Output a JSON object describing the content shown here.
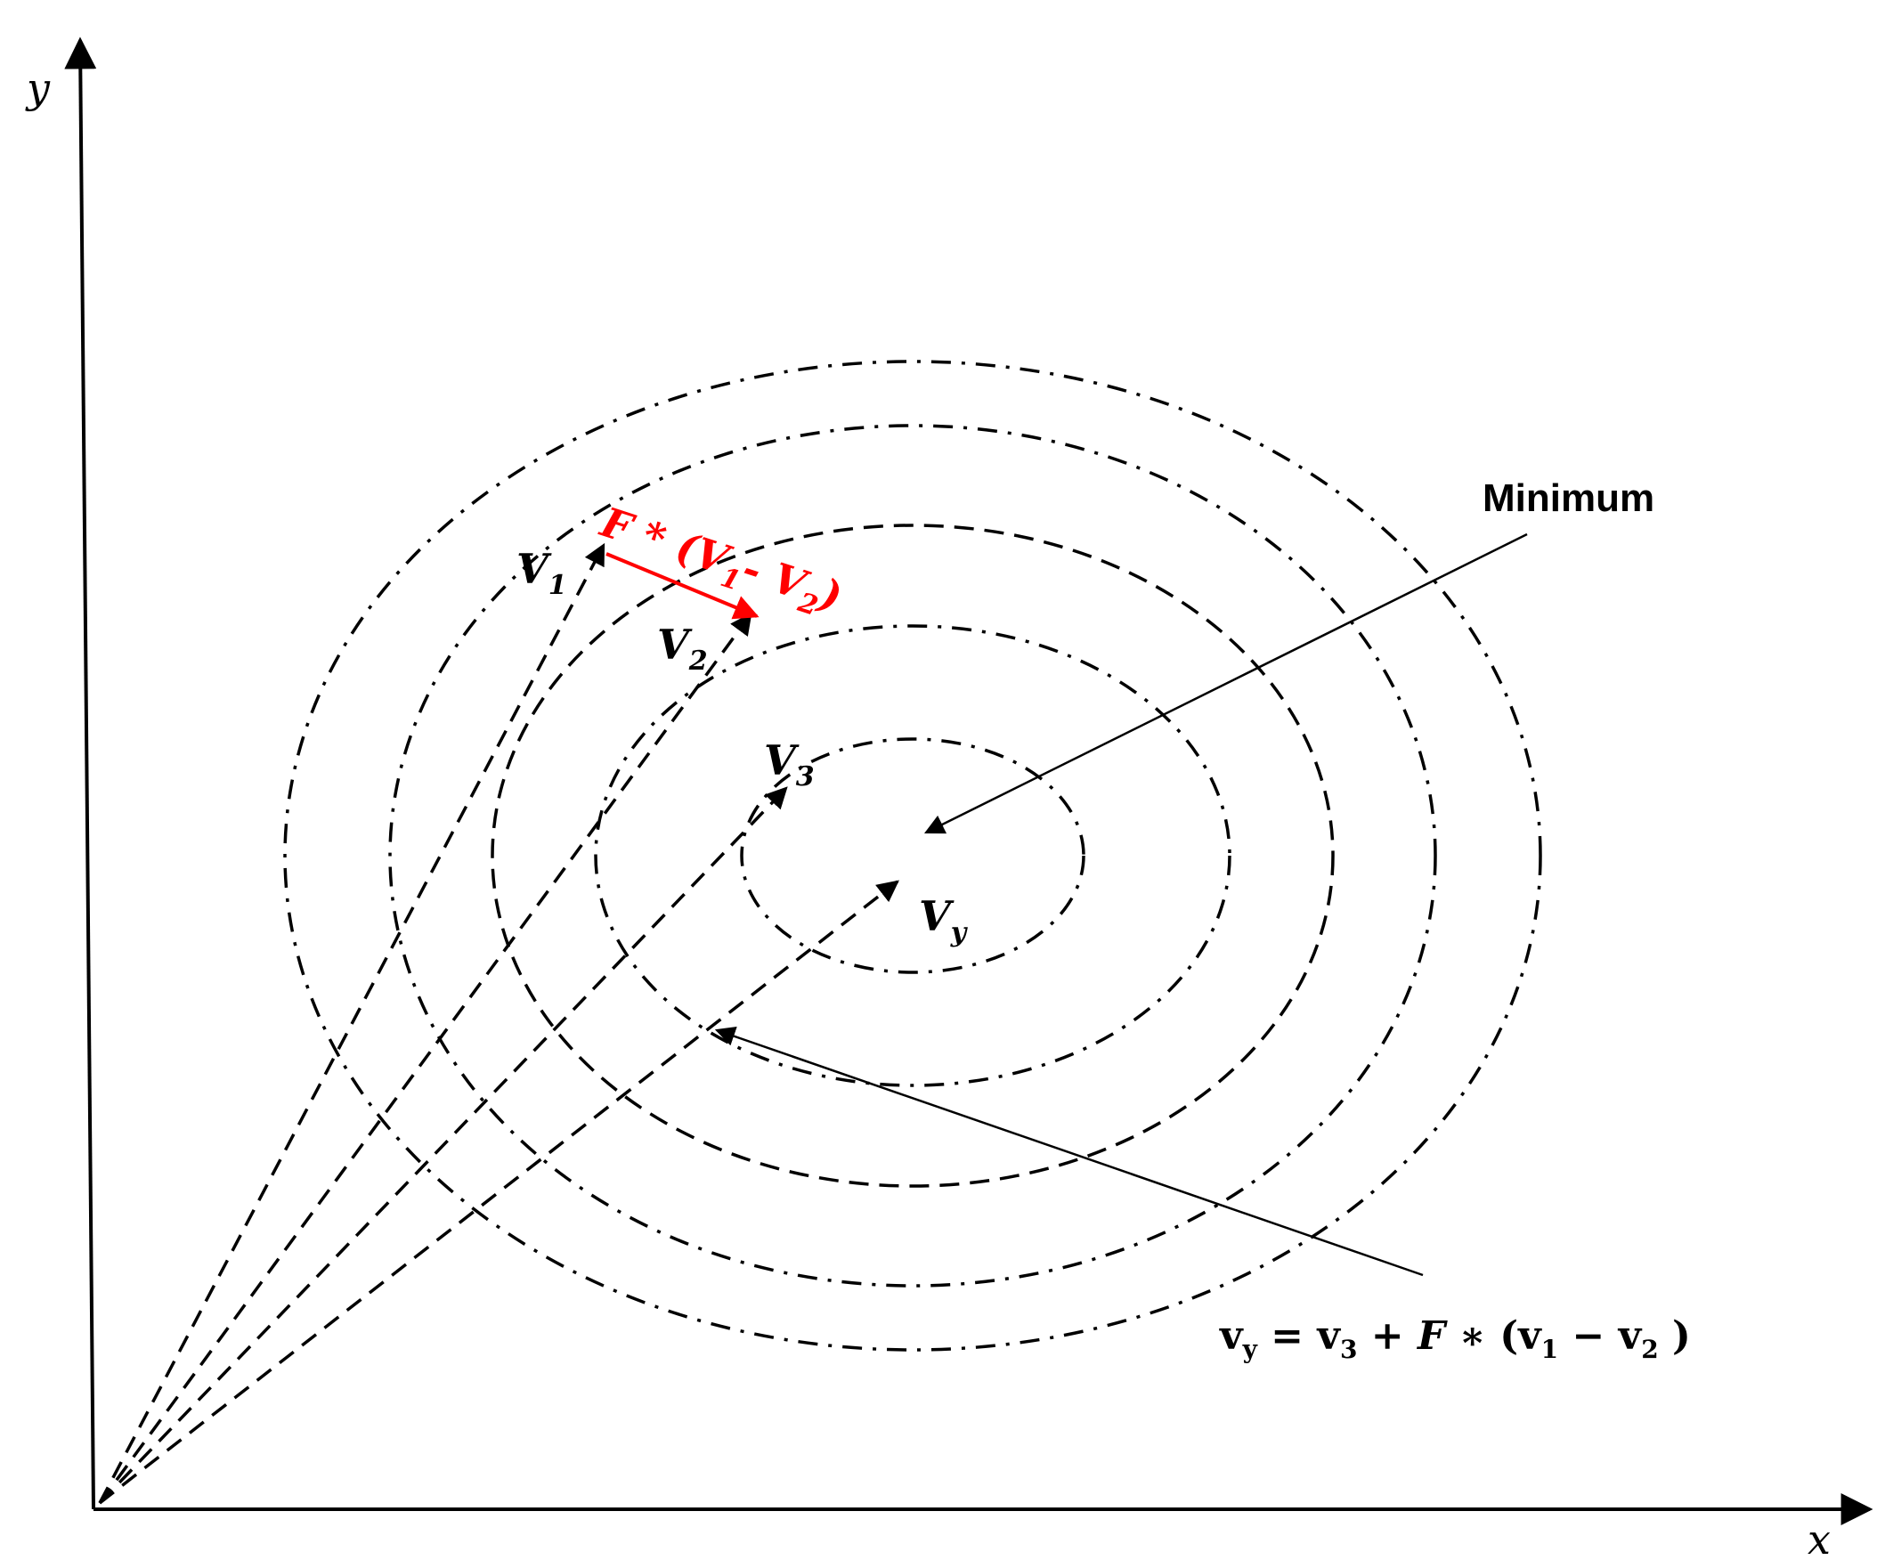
{
  "colors": {
    "ink": "#000000",
    "highlight": "#ff0000"
  },
  "axes": {
    "x_label": "x",
    "y_label": "y"
  },
  "labels": {
    "v1": {
      "base": "V",
      "sub": "1"
    },
    "v2": {
      "base": "V",
      "sub": "2"
    },
    "v3": {
      "base": "V",
      "sub": "3"
    },
    "vy": {
      "base": "V",
      "sub": "y"
    },
    "minimum": "Minimum",
    "difference": {
      "prefix": "F * (",
      "a_base": "V",
      "a_sub": "1",
      "op": "- ",
      "b_base": "V",
      "b_sub": "2",
      "suffix": ")"
    }
  },
  "formula": {
    "lhs_base": "v",
    "lhs_sub": "y",
    "eq": " = ",
    "t1_base": "v",
    "t1_sub": "3",
    "plus": " + ",
    "factor": "F",
    "times": " ∗ (",
    "t2_base": "v",
    "t2_sub": "1",
    "minus": " − ",
    "t3_base": "v",
    "t3_sub": "2",
    "close": " )"
  }
}
